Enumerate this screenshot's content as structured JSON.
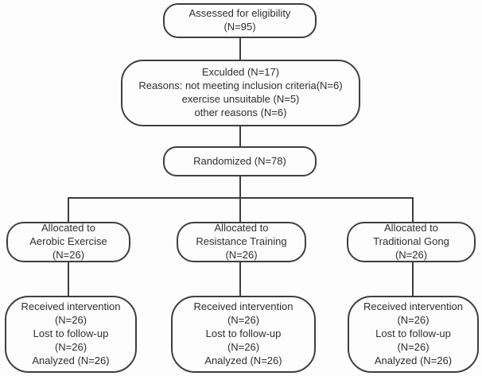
{
  "colors": {
    "line": "#3f3f3f",
    "text": "#2e2e2e",
    "background": "#fdfdfd"
  },
  "boxes": {
    "assessed": "Assessed for eligibility\n(N=95)",
    "excluded": "Exculded (N=17)\nReasons: not meeting inclusion criteria(N=6)\nexercise unsuitable (N=5)\nother reasons (N=6)",
    "randomized": "Randomized (N=78)",
    "alloc_aerobic": "Allocated to\nAerobic Exercise\n(N=26)",
    "alloc_resistance": "Allocated to\nResistance Training\n(N=26)",
    "alloc_gong": "Allocated to\nTraditional Gong\n(N=26)",
    "followup_aerobic": "Received intervention\n(N=26)\nLost to follow-up\n(N=26)\nAnalyzed (N=26)",
    "followup_resistance": "Received intervention\n(N=26)\nLost to follow-up\n(N=26)\nAnalyzed (N=26)",
    "followup_gong": "Received intervention\n(N=26)\nLost to follow-up\n(N=26)\nAnalyzed (N=26)"
  }
}
